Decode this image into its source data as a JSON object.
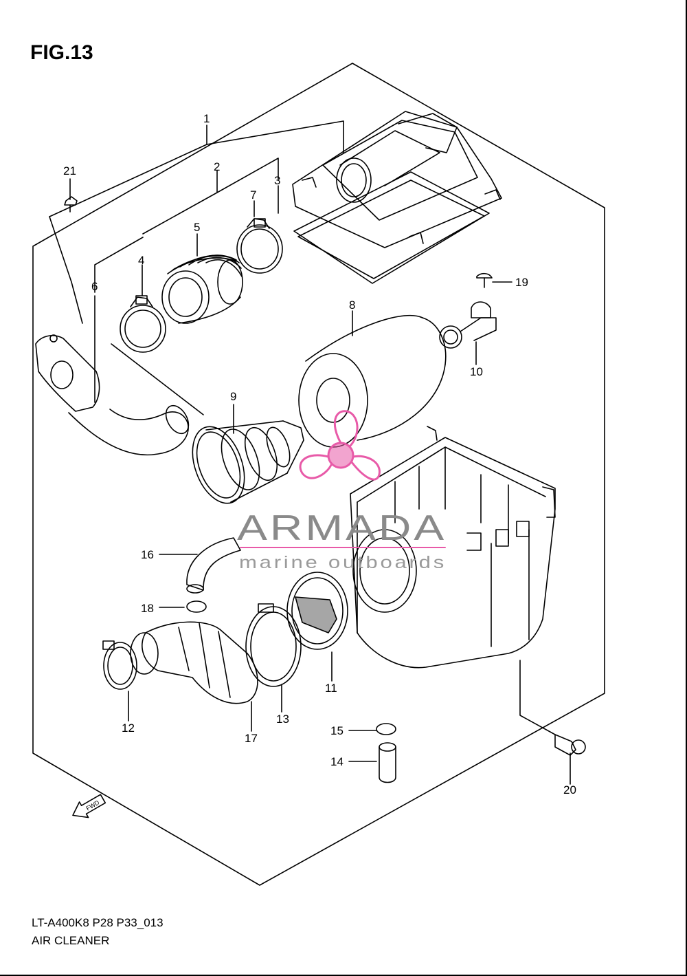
{
  "figure": {
    "title": "FIG.13",
    "code": "LT-A400K8 P28 P33_013",
    "name": "AIR CLEANER"
  },
  "fwd_label": "FWD",
  "watermark": {
    "brand": "ARMADA",
    "tagline": "marine outboards",
    "color": "#e85aa8"
  },
  "callouts": [
    "1",
    "2",
    "3",
    "4",
    "5",
    "6",
    "7",
    "8",
    "9",
    "10",
    "11",
    "12",
    "13",
    "14",
    "15",
    "16",
    "17",
    "18",
    "19",
    "20",
    "21"
  ]
}
